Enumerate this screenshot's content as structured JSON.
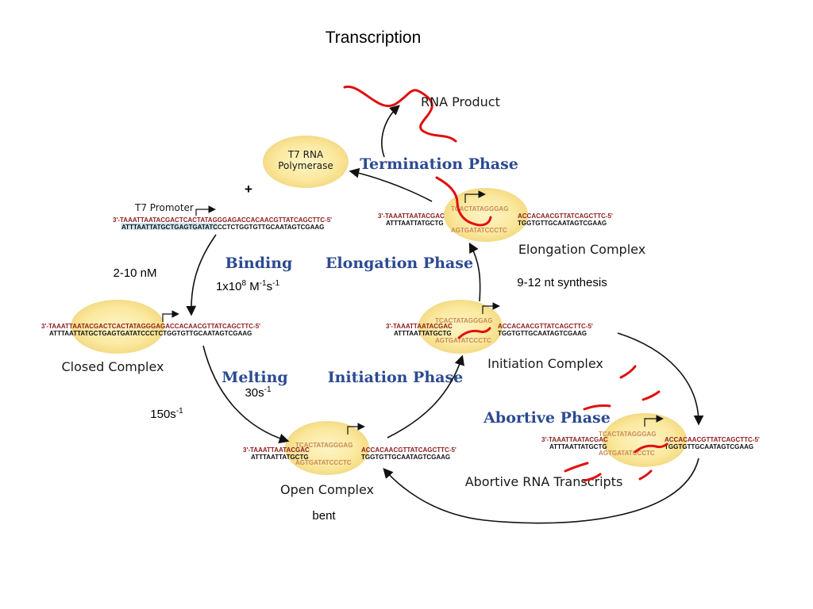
{
  "title": "Transcription",
  "polymerase": {
    "line1": "T7 RNA",
    "line2": "Polymerase"
  },
  "plus": "+",
  "promoter_label": "T7 Promoter",
  "sequences": {
    "top": "3'-TAAATTAATACGACTCACTATAGGGAGACCACAACGTTATCAGCTTC-5'",
    "bottom": "ATTTAATTATGCTGAGTGATATCCCTCTGGTGTTGCAATAGTCGAAG",
    "top_left": "3'-TAAATTAATACGAC",
    "top_bubble": "TCACTATAGGGAG",
    "top_right": "ACCACAACGTTATCAGCTTC-5'",
    "bottom_left": "ATTTAATTATGCTG",
    "bottom_bubble": "AGTGATATCCCTC",
    "bottom_right": "TGGTGTTGCAATAGTCGAAG"
  },
  "states": {
    "closed": "Closed Complex",
    "open": "Open Complex",
    "initiation": "Initiation Complex",
    "elongation": "Elongation Complex",
    "rna_product": "RNA Product",
    "abortive_transcripts": "Abortive RNA Transcripts"
  },
  "phases": {
    "binding": "Binding",
    "melting": "Melting",
    "initiation": "Initiation Phase",
    "elongation": "Elongation Phase",
    "termination": "Termination Phase",
    "abortive": "Abortive Phase"
  },
  "notes": {
    "concentration": "2-10 nM",
    "binding_rate": "1x10^8 M^-1 s^-1",
    "melting_rate_fast": "30s^-1",
    "melting_rate_slow": "150s^-1",
    "synthesis": "9-12 nt synthesis",
    "bent": "bent"
  },
  "colors": {
    "phase_text": "#2b4a91",
    "rna": "#e01010",
    "polymerase_fill": "#fbe9a0",
    "template_top": "#8e1c1c",
    "promoter_highlight": "#cfe7f2"
  }
}
